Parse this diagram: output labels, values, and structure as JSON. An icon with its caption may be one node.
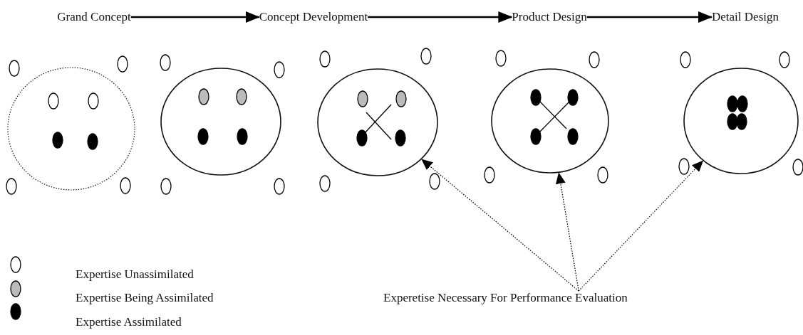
{
  "diagram": {
    "nodes": [
      {
        "text": [
          "Grand Concept"
        ]
      },
      {
        "text": [
          "Concept Development"
        ]
      },
      {
        "text": [
          "Product Design"
        ]
      },
      {
        "text": [
          "Detail Design"
        ]
      },
      {
        "text": [],
        "shape": "circle"
      },
      {
        "text": [],
        "shape": "circle"
      },
      {
        "text": [],
        "shape": "circle"
      },
      {
        "text": [],
        "shape": "circle"
      },
      {
        "text": [],
        "shape": "circle"
      },
      {
        "text": [
          "Experetise Necessary For Performance Evaluation"
        ]
      }
    ],
    "edges": [
      {
        "from": 0,
        "to": 1,
        "arrow": "to"
      },
      {
        "from": 1,
        "to": 2,
        "arrow": "to"
      },
      {
        "from": 2,
        "to": 3,
        "arrow": "to"
      },
      {
        "from": 9,
        "to": 6,
        "arrow": "to",
        "style": "dashed"
      },
      {
        "from": 9,
        "to": 7,
        "arrow": "to",
        "style": "dashed"
      },
      {
        "from": 9,
        "to": 8,
        "arrow": "to",
        "style": "dashed"
      }
    ],
    "legend": [
      {
        "text": "Expertise Unassimilated"
      },
      {
        "text": "Expertise Being Assimilated"
      },
      {
        "text": "Expertise Assimilated"
      }
    ]
  }
}
